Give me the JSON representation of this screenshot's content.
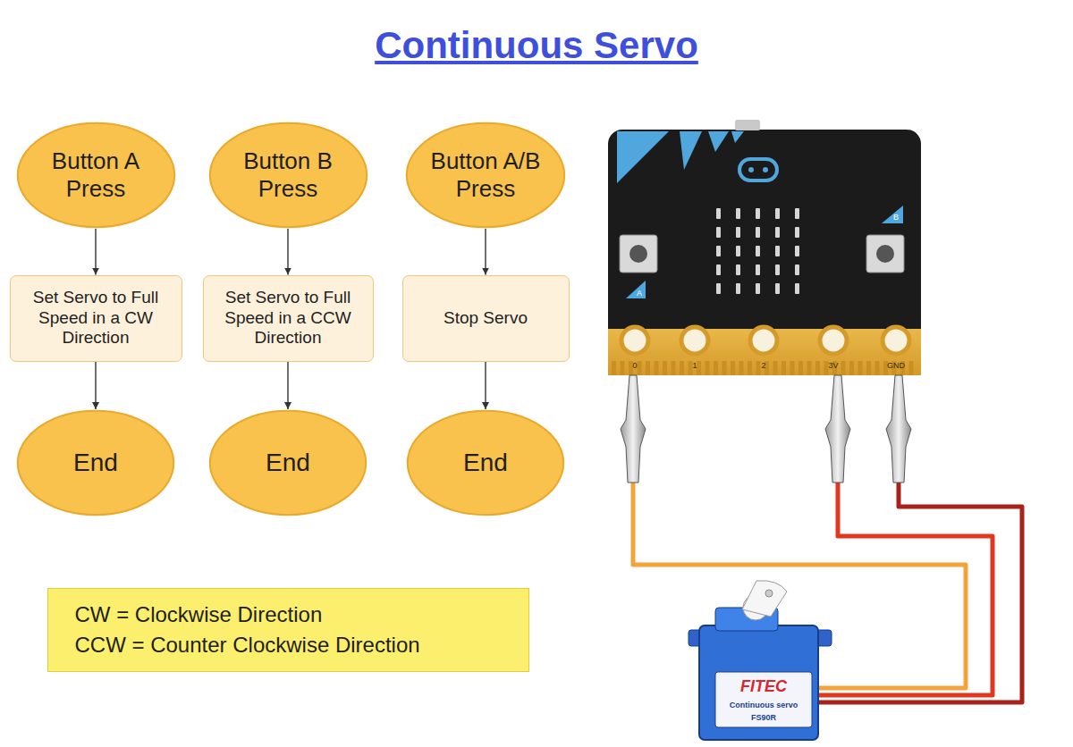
{
  "diagram": {
    "title": "Continuous Servo",
    "nodes": [
      {
        "text": [
          "Button A Press"
        ]
      },
      {
        "text": [
          "Set Servo to Full Speed in a CW Direction"
        ]
      },
      {
        "text": [
          "End"
        ]
      },
      {
        "text": [
          "Button B Press"
        ]
      },
      {
        "text": [
          "Set Servo to Full Speed in a CCW Direction"
        ]
      },
      {
        "text": [
          "End"
        ]
      },
      {
        "text": [
          "Button A/B Press"
        ]
      },
      {
        "text": [
          "Stop Servo"
        ]
      },
      {
        "text": [
          "End"
        ]
      },
      {
        "text": [
          "CW = Clockwise Direction",
          "CCW = Counter Clockwise Direction"
        ]
      }
    ],
    "edges": [
      {
        "from": 0,
        "to": 1,
        "arrow": "to"
      },
      {
        "from": 1,
        "to": 2,
        "arrow": "to"
      },
      {
        "from": 3,
        "to": 4,
        "arrow": "to"
      },
      {
        "from": 4,
        "to": 5,
        "arrow": "to"
      },
      {
        "from": 6,
        "to": 7,
        "arrow": "to"
      },
      {
        "from": 7,
        "to": 8,
        "arrow": "to"
      }
    ],
    "labels": [
      "0",
      "1",
      "2",
      "3V",
      "GND",
      "A",
      "B",
      "FITEC",
      "Continuous servo",
      "FS90R"
    ]
  }
}
